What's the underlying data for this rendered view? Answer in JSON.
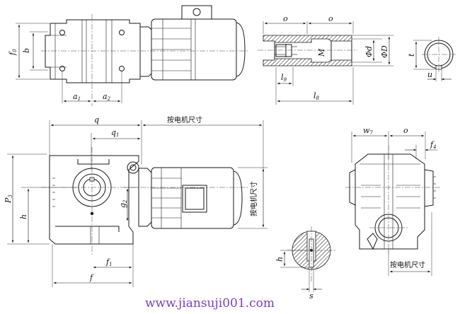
{
  "labels": {
    "f0": "f",
    "f0_sub": "0",
    "b": "b",
    "a1": "a",
    "a1_sub": "1",
    "a2": "a",
    "a2_sub": "2",
    "o_left": "o",
    "o_right": "o",
    "phi_d": "Φd",
    "phi_D": "ΦD",
    "M": "M",
    "l9": "l",
    "l9_sub": "9",
    "l8": "l",
    "l8_sub": "8",
    "t": "t",
    "u": "u",
    "q": "q",
    "q1": "q",
    "q1_sub": "1",
    "motor_dim_top": "按电机尺寸",
    "P3": "P",
    "P3_sub": "3",
    "h": "h",
    "g2": "g",
    "g2_sub": "2",
    "motor_dim_side": "按电机尺寸",
    "f1": "f",
    "f1_sub": "1",
    "f": "f",
    "w7": "w",
    "w7_sub": "7",
    "o_side": "o",
    "f4": "f",
    "f4_sub": "4",
    "motor_dim_bottom": "按电机尺寸",
    "h_key": "h",
    "s": "s"
  },
  "watermark": "www.jiansuji001.com",
  "colors": {
    "line": "#1a1a1a",
    "watermark": "#7a3fc4"
  }
}
